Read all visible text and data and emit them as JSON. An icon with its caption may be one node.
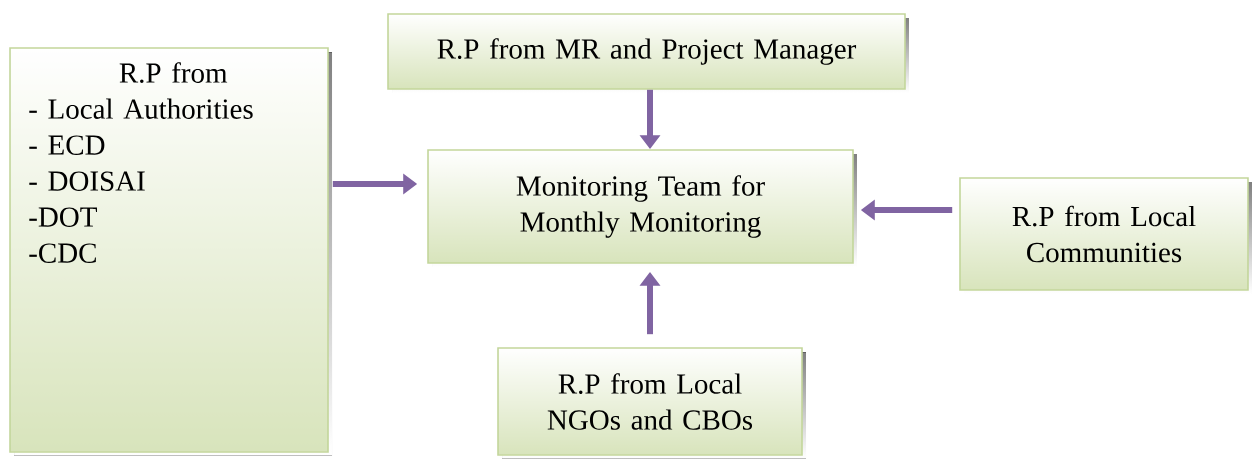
{
  "diagram": {
    "nodes": [
      {
        "text": [
          "R.P from",
          "- Local Authorities",
          "- ECD",
          "- DOISAI",
          "-DOT",
          "-CDC"
        ]
      },
      {
        "text": [
          "R.P from MR and Project Manager"
        ]
      },
      {
        "text": [
          "Monitoring Team for Monthly Monitoring"
        ]
      },
      {
        "text": [
          "R.P from Local Communities"
        ]
      },
      {
        "text": [
          "R.P from Local NGOs and CBOs"
        ]
      }
    ],
    "edges": [
      {
        "from": 0,
        "to": 2,
        "arrow": "to"
      },
      {
        "from": 1,
        "to": 2,
        "arrow": "to"
      },
      {
        "from": 3,
        "to": 2,
        "arrow": "to"
      },
      {
        "from": 4,
        "to": 2,
        "arrow": "to"
      }
    ]
  }
}
